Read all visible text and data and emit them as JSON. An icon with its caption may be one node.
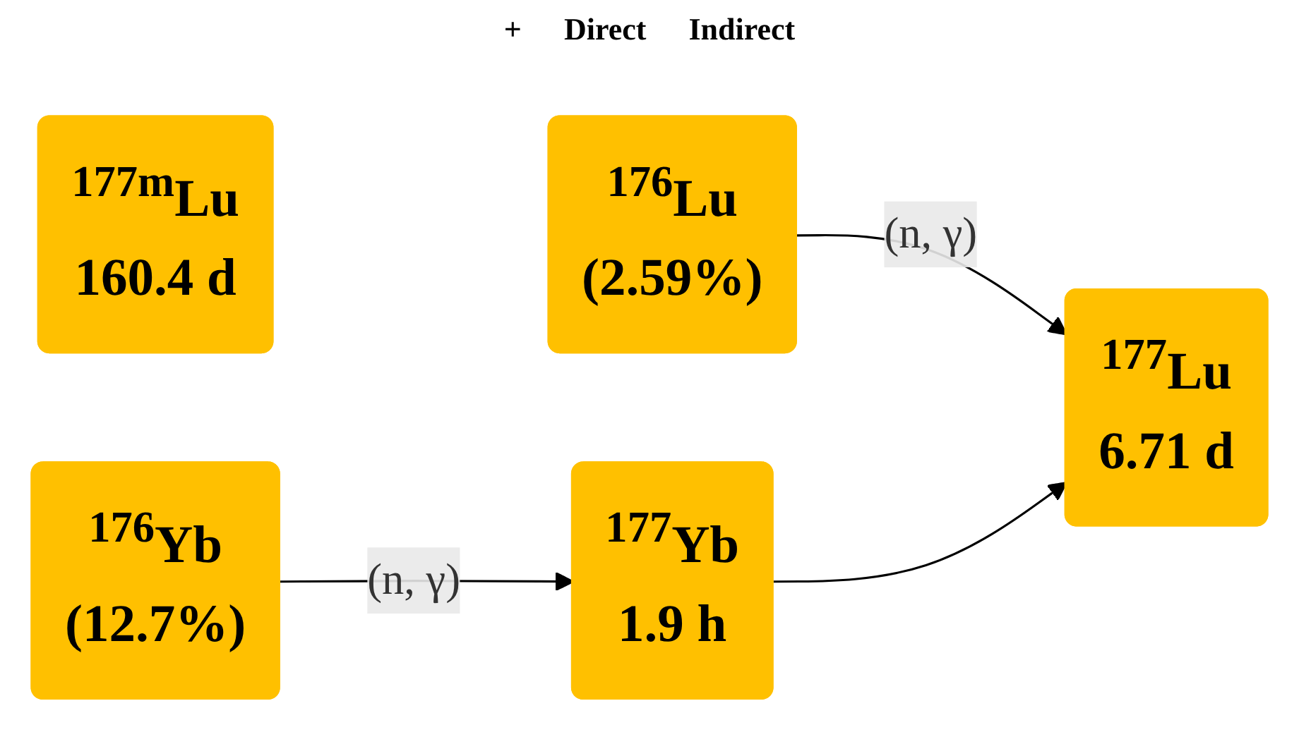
{
  "diagram": {
    "nodes": [
      {
        "text": [
          "$^{176}$Lu",
          "(2.59%)"
        ]
      },
      {
        "text": [
          "$^{177}$Lu",
          "6.71 d"
        ]
      },
      {
        "text": [
          "$^{177m}$Lu",
          "160.4 d"
        ]
      },
      {
        "text": [
          "$^{176}$Yb",
          "(12.7%)"
        ]
      },
      {
        "text": [
          "$^{177}$Yb",
          "1.9 h"
        ]
      }
    ],
    "edges": [
      {
        "from": 0,
        "to": 1,
        "arrow": "to",
        "label": "(n, γ)"
      },
      {
        "from": 3,
        "to": 4,
        "arrow": "to",
        "label": "(n, γ)"
      },
      {
        "from": 4,
        "to": 1,
        "arrow": "to"
      }
    ],
    "labels": [
      "+",
      "Direct",
      "Indirect"
    ]
  }
}
